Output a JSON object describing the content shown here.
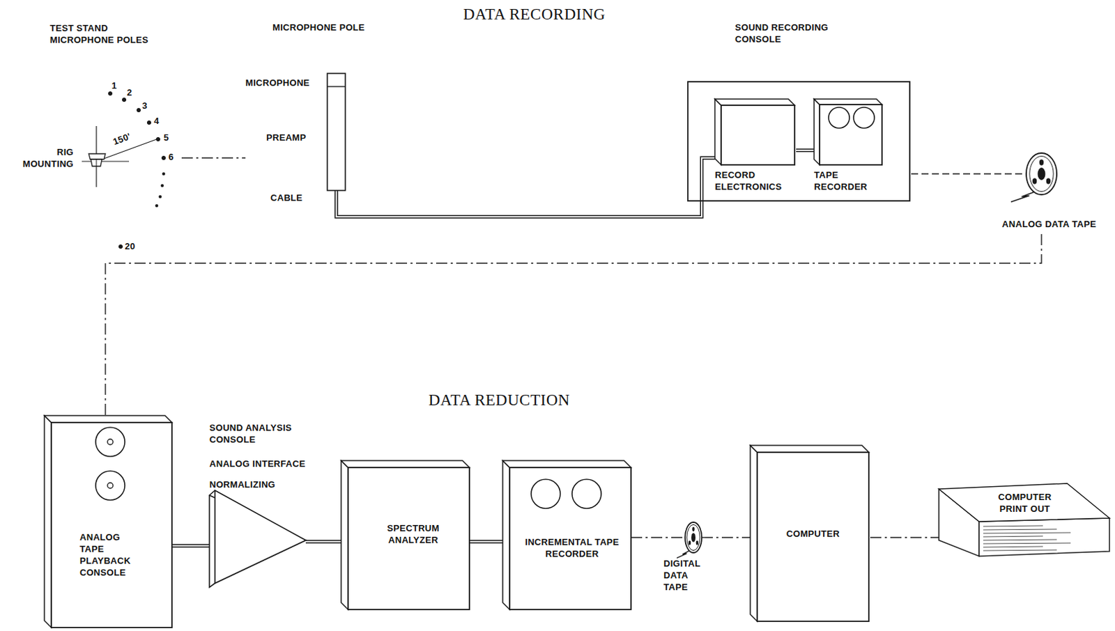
{
  "diagram": {
    "title": "DATA RECORDING",
    "nodes": [
      {
        "text": [
          "TEST STAND MICROPHONE POLES"
        ]
      },
      {
        "text": [
          "MICROPHONE POLE",
          "MICROPHONE",
          "PREAMP",
          "CABLE"
        ]
      },
      {
        "text": [
          "SOUND RECORDING CONSOLE"
        ]
      },
      {
        "text": [
          "RECORD ELECTRONICS"
        ],
        "in": 2
      },
      {
        "text": [
          "TAPE RECORDER"
        ],
        "in": 2
      },
      {
        "text": [
          "ANALOG DATA TAPE"
        ]
      },
      {
        "text": [
          "ANALOG TAPE PLAYBACK CONSOLE"
        ]
      },
      {
        "text": [
          "SOUND ANALYSIS CONSOLE",
          "ANALOG INTERFACE",
          "NORMALIZING"
        ]
      },
      {
        "text": [
          "SPECTRUM ANALYZER"
        ]
      },
      {
        "text": [
          "INCREMENTAL TAPE RECORDER"
        ]
      },
      {
        "text": [
          "DIGITAL DATA TAPE"
        ]
      },
      {
        "text": [
          "COMPUTER"
        ]
      },
      {
        "text": [
          "COMPUTER PRINT OUT"
        ]
      }
    ],
    "edges": [
      {
        "from": 0,
        "to": 1,
        "arrow": "none"
      },
      {
        "from": 1,
        "to": 3,
        "arrow": "none"
      },
      {
        "from": 3,
        "to": 4,
        "arrow": "none"
      },
      {
        "from": 2,
        "to": 5,
        "arrow": "none"
      },
      {
        "from": 5,
        "to": 6,
        "arrow": "none"
      },
      {
        "from": 6,
        "to": 7,
        "arrow": "none"
      },
      {
        "from": 7,
        "to": 8,
        "arrow": "none"
      },
      {
        "from": 8,
        "to": 9,
        "arrow": "none"
      },
      {
        "from": 9,
        "to": 10,
        "arrow": "none"
      },
      {
        "from": 10,
        "to": 11,
        "arrow": "none"
      },
      {
        "from": 11,
        "to": 12,
        "arrow": "none"
      }
    ],
    "labels": [
      "DATA REDUCTION",
      "1",
      "2",
      "3",
      "4",
      "5",
      "6",
      "20",
      "150'",
      "RIG MOUNTING"
    ]
  }
}
